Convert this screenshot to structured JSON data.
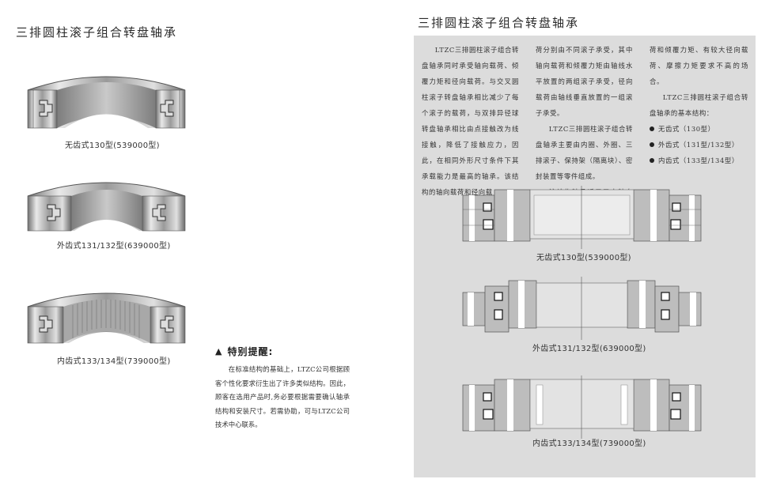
{
  "left_page": {
    "title": "三排圆柱滚子组合转盘轴承",
    "products": [
      {
        "caption": "无齿式130型(539000型)",
        "gear": "none"
      },
      {
        "caption": "外齿式131/132型(639000型)",
        "gear": "external"
      },
      {
        "caption": "内齿式133/134型(739000型)",
        "gear": "internal"
      }
    ],
    "notice": {
      "icon": "▲",
      "heading": "特别提醒:",
      "body": "在标准结构的基础上，LTZC公司根据顾客个性化要求衍生出了许多类似结构。因此，顾客在选用产品时,务必要根据需要确认轴承结构和安装尺寸。若需协助，可与LTZC公司技术中心联系。"
    }
  },
  "right_page": {
    "title": "三排圆柱滚子组合转盘轴承",
    "panel_color": "#dcdcdc",
    "paragraphs": {
      "p1": "LTZC三排圆柱滚子组合转盘轴承同时承受轴向载荷、倾覆力矩和径向载荷。与交叉圆柱滚子转盘轴承相比减少了每个滚子的载荷，与双排异径球转盘轴承相比由点接触改为线接触，降低了接触应力，因此，在相同外形尺寸条件下其承载能力是最高的轴承。该结构的轴向载荷和径向载荷分别由不同滚子承受，其中轴向载荷和倾覆力矩由轴线水平放置的两组滚子承受，径向载荷由轴线垂直放置的一组滚子承受。",
      "p1_col1": "LTZC三排圆柱滚子组合转盘轴承同时承受轴向载荷、倾覆力矩和径向载荷。与交叉圆柱滚子转盘轴承相比减少了每个滚子的载荷，与双排异径球转盘轴承相比由点接触改为线接触，降低了接触应力，因此，在相同外形尺寸条件下其承载能力是最高的轴承。该结构的轴向载荷和径向载",
      "p1_col2": "荷分别由不同滚子承受，其中轴向载荷和倾覆力矩由轴线水平放置的两组滚子承受，径向载荷由轴线垂直放置的一组滚子承受。",
      "p2": "LTZC三排圆柱滚子组合转盘轴承主要由内圈、外圈、三排滚子、保持架（隔离块）、密封装置等零件组成。",
      "p3_col2": "该结构轴承适用于大轴向载",
      "p3_col3": "荷和倾覆力矩、有较大径向载荷、摩擦力矩要求不高的场合。",
      "p4": "LTZC三排圆柱滚子组合转盘轴承的基本结构："
    },
    "structure_list": [
      "无齿式（130型）",
      "外齿式（131型/132型）",
      "内齿式（133型/134型）"
    ],
    "drawings": [
      {
        "caption": "无齿式130型(539000型)",
        "gear": "none"
      },
      {
        "caption": "外齿式131/132型(639000型)",
        "gear": "external"
      },
      {
        "caption": "内齿式133/134型(739000型)",
        "gear": "internal"
      }
    ]
  }
}
